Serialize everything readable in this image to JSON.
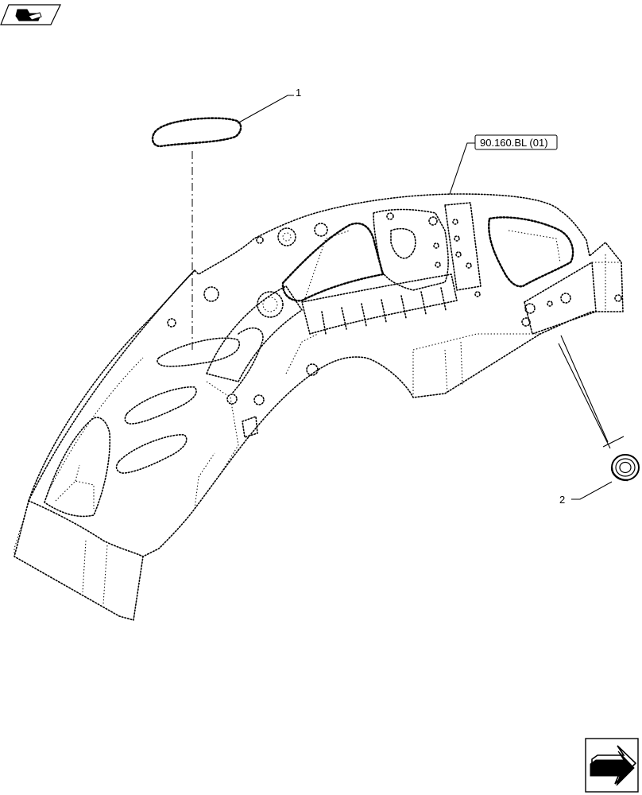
{
  "header": {
    "icon": "tractor-badge-icon"
  },
  "callouts": [
    {
      "number": "1"
    },
    {
      "number": "2"
    }
  ],
  "reference": {
    "code": "90.160.BL (01)"
  },
  "footer": {
    "icon": "next-page-arrow-icon"
  }
}
